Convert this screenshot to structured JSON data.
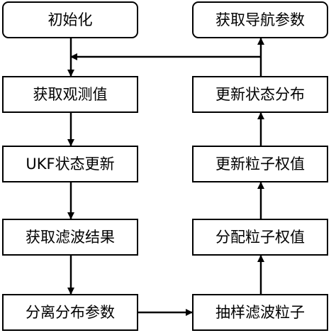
{
  "flowchart": {
    "left_column": [
      {
        "id": "init",
        "label": "初始化"
      },
      {
        "id": "get-observation",
        "label": "获取观测值"
      },
      {
        "id": "ukf-update",
        "label": "UKF状态更新"
      },
      {
        "id": "get-filter-result",
        "label": "获取滤波结果"
      },
      {
        "id": "split-distribution",
        "label": "分离分布参数"
      }
    ],
    "right_column": [
      {
        "id": "get-navigation",
        "label": "获取导航参数"
      },
      {
        "id": "update-distribution",
        "label": "更新状态分布"
      },
      {
        "id": "update-weights",
        "label": "更新粒子权值"
      },
      {
        "id": "assign-weights",
        "label": "分配粒子权值"
      },
      {
        "id": "sample-particles",
        "label": "抽样滤波粒子"
      }
    ],
    "edges": [
      {
        "from": "init",
        "to": "get-observation"
      },
      {
        "from": "get-observation",
        "to": "ukf-update"
      },
      {
        "from": "ukf-update",
        "to": "get-filter-result"
      },
      {
        "from": "get-filter-result",
        "to": "split-distribution"
      },
      {
        "from": "split-distribution",
        "to": "sample-particles"
      },
      {
        "from": "sample-particles",
        "to": "assign-weights"
      },
      {
        "from": "assign-weights",
        "to": "update-weights"
      },
      {
        "from": "update-weights",
        "to": "update-distribution"
      },
      {
        "from": "update-distribution",
        "to": "get-navigation"
      },
      {
        "from": "update-distribution",
        "to": "get-observation",
        "style": "feedback"
      }
    ]
  }
}
